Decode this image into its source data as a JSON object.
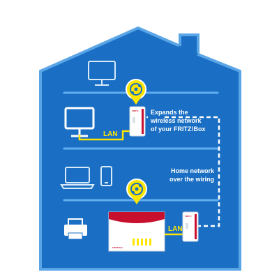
{
  "colors": {
    "house_fill": "#1a6fc4",
    "house_outline": "#5aa5e6",
    "floor_line": "#62aef0",
    "icon_outline": "#d7eaf8",
    "lan_cable": "#ffe600",
    "accent_red": "#c8102e",
    "wifi_badge": "#ffe600"
  },
  "labels": {
    "expand_line1": "Expands the",
    "expand_line2": "wireless network",
    "expand_line3": "of your FRITZ!Box",
    "home_line1": "Home network",
    "home_line2": "over the wiring",
    "lan_upper": "LAN",
    "lan_lower": "LAN"
  },
  "device_text": {
    "adapter_brand_top": "FRITZ!",
    "adapter_brand_bottom": "FRITZ!",
    "router_brand": "FRITZ!Box"
  },
  "icons": {
    "floor3": [
      "monitor-icon"
    ],
    "floor2": [
      "tv-icon",
      "wifi-badge-icon",
      "powerline-adapter-icon"
    ],
    "floor1": [
      "laptop-icon",
      "smartphone-icon"
    ],
    "floor0": [
      "printer-icon",
      "wifi-badge-icon",
      "router-icon",
      "powerline-adapter-icon"
    ]
  }
}
